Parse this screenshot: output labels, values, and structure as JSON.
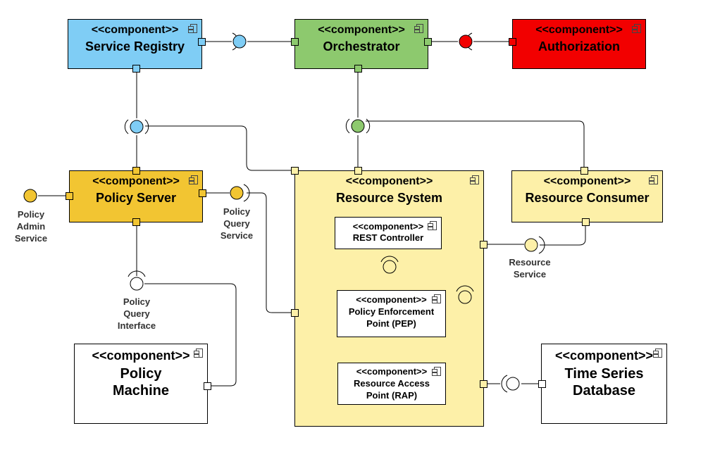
{
  "colors": {
    "registry": "#7fcdf5",
    "orchestrator": "#8dc96e",
    "authorization": "#f20000",
    "policy_server": "#f2c532",
    "resource": "#fdf0a8",
    "white": "#ffffff"
  },
  "components": {
    "service_registry": {
      "stereotype": "<<component>>",
      "name": "Service Registry"
    },
    "orchestrator": {
      "stereotype": "<<component>>",
      "name": "Orchestrator"
    },
    "authorization": {
      "stereotype": "<<component>>",
      "name": "Authorization"
    },
    "policy_server": {
      "stereotype": "<<component>>",
      "name": "Policy Server"
    },
    "resource_system": {
      "stereotype": "<<component>>",
      "name": "Resource System"
    },
    "resource_consumer": {
      "stereotype": "<<component>>",
      "name": "Resource Consumer"
    },
    "policy_machine": {
      "stereotype": "<<component>>",
      "name": "Policy\nMachine"
    },
    "time_series_db": {
      "stereotype": "<<component>>",
      "name": "Time Series\nDatabase"
    },
    "rest_controller": {
      "stereotype": "<<component>>",
      "name": "REST Controller"
    },
    "pep": {
      "stereotype": "<<component>>",
      "name": "Policy Enforcement\nPoint (PEP)"
    },
    "rap": {
      "stereotype": "<<component>>",
      "name": "Resource Access\nPoint (RAP)"
    }
  },
  "labels": {
    "policy_admin_service": "Policy\nAdmin\nService",
    "policy_query_service": "Policy\nQuery\nService",
    "policy_query_interface": "Policy\nQuery\nInterface",
    "resource_service": "Resource\nService"
  }
}
